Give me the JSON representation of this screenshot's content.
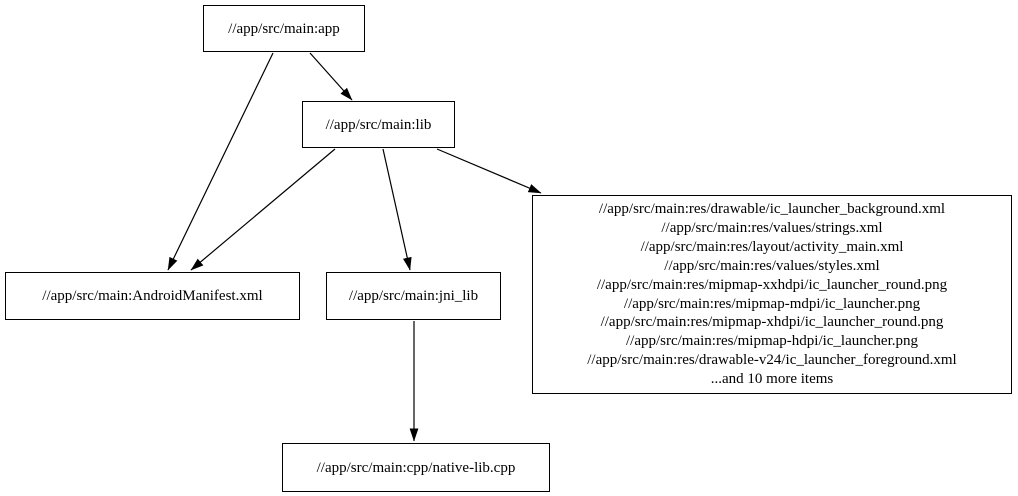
{
  "graph": {
    "type": "directed-dependency-graph",
    "background_color": "#ffffff",
    "node_border_color": "#000000",
    "node_fill_color": "#ffffff",
    "edge_color": "#000000",
    "text_color": "#000000",
    "nodes": {
      "app": {
        "label": "//app/src/main:app"
      },
      "lib": {
        "label": "//app/src/main:lib"
      },
      "manifest": {
        "label": "//app/src/main:AndroidManifest.xml"
      },
      "jni_lib": {
        "label": "//app/src/main:jni_lib"
      },
      "native_lib": {
        "label": "//app/src/main:cpp/native-lib.cpp"
      },
      "res_group": {
        "lines": [
          "//app/src/main:res/drawable/ic_launcher_background.xml",
          "//app/src/main:res/values/strings.xml",
          "//app/src/main:res/layout/activity_main.xml",
          "//app/src/main:res/values/styles.xml",
          "//app/src/main:res/mipmap-xxhdpi/ic_launcher_round.png",
          "//app/src/main:res/mipmap-mdpi/ic_launcher.png",
          "//app/src/main:res/mipmap-xhdpi/ic_launcher_round.png",
          "//app/src/main:res/mipmap-hdpi/ic_launcher.png",
          "//app/src/main:res/drawable-v24/ic_launcher_foreground.xml",
          "...and 10 more items"
        ]
      }
    },
    "edges": [
      {
        "from": "app",
        "to": "lib"
      },
      {
        "from": "app",
        "to": "manifest"
      },
      {
        "from": "lib",
        "to": "manifest"
      },
      {
        "from": "lib",
        "to": "jni_lib"
      },
      {
        "from": "lib",
        "to": "res_group"
      },
      {
        "from": "jni_lib",
        "to": "native_lib"
      }
    ]
  }
}
